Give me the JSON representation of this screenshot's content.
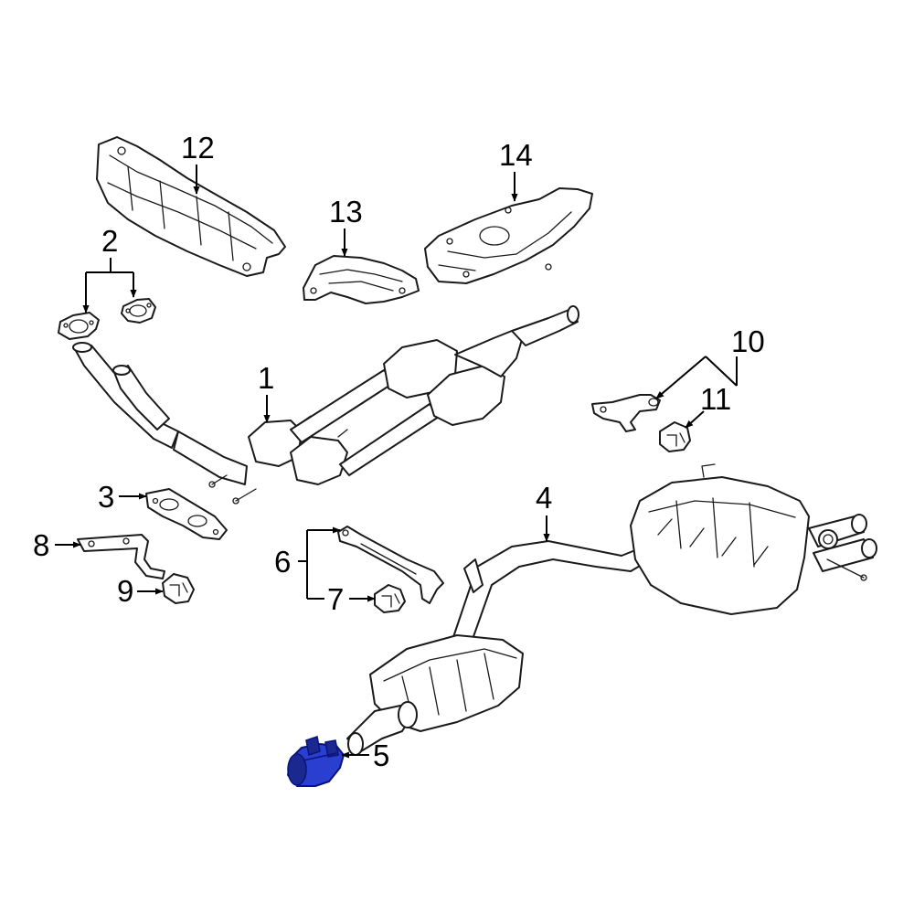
{
  "diagram": {
    "callouts": {
      "c1": "1",
      "c2": "2",
      "c3": "3",
      "c4": "4",
      "c5": "5",
      "c6": "6",
      "c7": "7",
      "c8": "8",
      "c9": "9",
      "c10": "10",
      "c11": "11",
      "c12": "12",
      "c13": "13",
      "c14": "14"
    },
    "highlighted_part": "5",
    "colors": {
      "line": "#1a1a1a",
      "highlight": "#2a3fd0",
      "background": "#ffffff"
    }
  }
}
